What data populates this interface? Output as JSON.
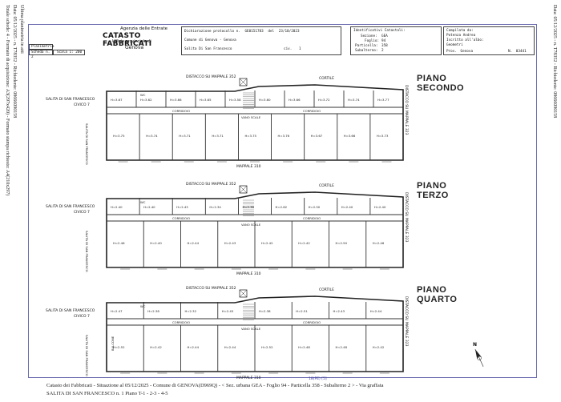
{
  "left_margin": {
    "line1": "Ultima planimetria in atti",
    "line2": "Data: 05/12/2025 - n. T78352 - Richiedente: 08666090158",
    "line3": "Totale schede: 4 - Formato di acquisizione: A3(297x420) - Formato stampa richiesto: A4(210x297)"
  },
  "right_margin": {
    "text": "Data: 05/12/2025 - n. T78352 - Richiedente: 08666090158"
  },
  "header": {
    "agency": "Agenzia delle Entrate",
    "catasto": "CATASTO FABBRICATI",
    "ufficio": "Ufficio provinciale di",
    "city": "Genova",
    "planimetria_label": "Planimetria",
    "scheda": "Scheda n. 2",
    "scala": "Scala 1: 200",
    "dichiarazione_label": "Dichiarazione protocollo n.",
    "protocollo": "GE0151783",
    "del_label": "del",
    "protocollo_date": "23/10/2023",
    "comune_line": "Comune di Genova - Genova",
    "address_line": "Salita Di San Francesco",
    "civ_label": "civ.",
    "civ": "1",
    "ident_label": "Identificativi Catastali:",
    "sezione_label": "Sezione:",
    "sezione": "GEA",
    "foglio_label": "Foglio:",
    "foglio": "94",
    "particella_label": "Particella:",
    "particella": "358",
    "subalterno_label": "Subalterno:",
    "subalterno": "2",
    "compilata_label": "Compilata da:",
    "compilata": "Potenza Andrea",
    "iscritto_label": "Iscritto all'albo:",
    "iscritto": "Geometri",
    "prov_label": "Prov.",
    "prov": "Genova",
    "n_label": "N.",
    "n": "03441"
  },
  "plans": [
    {
      "title": "PIANO SECONDO",
      "distacco_top": "DISTACCO SU MAPPALE 352",
      "cortile": "CORTILE",
      "street": "SALITA DI SAN FRANCESCO",
      "civico": "CIVICO 7",
      "mappale_bottom": "MAPPALE 310",
      "side_label": "DISTACCO SU MAPPALE 323",
      "side_street": "SALITA DI SAN FRANCESCO",
      "corridor": "CORRIDOIO",
      "vano_scale": "VANO SCALE",
      "wc": "WC",
      "rooms_top": [
        "H=3.67",
        "H=3.62",
        "H=3.66",
        "H=3.65",
        "H=3.58",
        "H=3.60",
        "H=3.66",
        "H=3.72",
        "H=3.74",
        "H=3.77"
      ],
      "rooms_bottom": [
        "H=3.75",
        "H=3.74",
        "H=3.71",
        "H=3.71",
        "H=3.75",
        "H=3.76",
        "H=3.67",
        "H=3.66",
        "H=3.73"
      ]
    },
    {
      "title": "PIANO TERZO",
      "distacco_top": "DISTACCO SU MAPPALE 352",
      "cortile": "CORTILE",
      "street": "SALITA DI SAN FRANCESCO",
      "civico": "CIVICO 7",
      "mappale_bottom": "MAPPALE 310",
      "side_label": "DISTACCO SU MAPPALE 323",
      "side_street": "SALITA DI SAN FRANCESCO",
      "corridor": "CORRIDOIO",
      "vano_scale": "VANO SCALE",
      "wc": "WC",
      "rooms_top": [
        "H=2.40",
        "H=2.40",
        "H=2.43",
        "H=2.34",
        "H=2.38",
        "H=2.62",
        "H=2.50",
        "H=2.40",
        "H=2.40"
      ],
      "rooms_bottom": [
        "H=2.46",
        "H=2.40",
        "H=2.44",
        "H=2.43",
        "H=2.42",
        "H=2.42",
        "H=2.50",
        "H=2.46"
      ]
    },
    {
      "title": "PIANO QUARTO",
      "distacco_top": "DISTACCO SU MAPPALE 352",
      "cortile": "CORTILE",
      "street": "SALITA DI SAN FRANCESCO",
      "civico": "CIVICO 7",
      "mappale_bottom": "MAPPALE 310",
      "side_label": "DISTACCO SU MAPPALE 323",
      "side_street": "SALITA DI SAN FRANCESCO",
      "corridor": "CORRIDOIO",
      "vano_scale": "VANO SCALE",
      "wc": "WC",
      "balcony": "BALCONE",
      "rooms_top": [
        "H=2.47",
        "H=2.38",
        "H=2.32",
        "H=2.45",
        "H=2.38",
        "H=2.51",
        "H=2.43",
        "H=2.44"
      ],
      "rooms_bottom": [
        "H=2.52",
        "H=2.42",
        "H=2.44",
        "H=2.44",
        "H=2.52",
        "H=2.48",
        "H=2.48",
        "H=2.42"
      ]
    }
  ],
  "north": "N",
  "scale_tag": "18(PE) [5]",
  "footer": {
    "line1": "Catasto dei Fabbricati - Situazione al 05/12/2025 - Comune di GENOVA(D969Q) - < Sez. urbana GEA - Foglio 94 - Particella 358 - Subalterno 2 > - Via graffata",
    "line2": "SALITA DI SAN FRANCESCO n. 1 Piano T-1 - 2-3 - 4-5"
  }
}
